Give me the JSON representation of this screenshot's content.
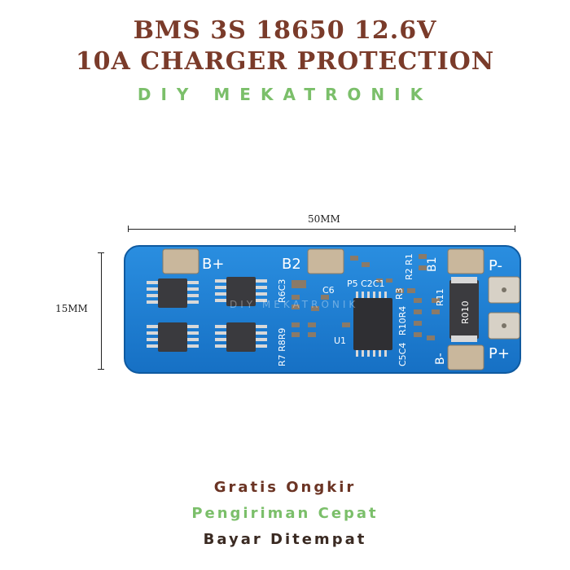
{
  "header": {
    "title_line1": "BMS 3S 18650 12.6V",
    "title_line2": "10A CHARGER PROTECTION",
    "brand": "DIY MEKATRONIK"
  },
  "dimensions": {
    "width_label": "50MM",
    "height_label": "15MM"
  },
  "board": {
    "watermark": "DIY MEKATRONIK",
    "pads": {
      "b_plus": "B+",
      "b2": "B2",
      "b1": "B1",
      "b_minus": "B-",
      "p_minus": "P-",
      "p_plus": "P+"
    },
    "silkscreen": {
      "r6c3": "R6C3",
      "r7r8r9": "R7 R8R9",
      "c6": "C6",
      "u1": "U1",
      "p5c2c1": "P5 C2C1",
      "r2r1": "R2 R1",
      "r3": "R3",
      "r11": "R11",
      "c5c4": "C5C4",
      "r10r4": "R10R4",
      "resistor": "R010"
    },
    "colors": {
      "pcb": "#1b7fd6",
      "pad": "#c9b79c"
    }
  },
  "footer": {
    "line1": "Gratis Ongkir",
    "line2": "Pengiriman Cepat",
    "line3": "Bayar Ditempat"
  }
}
